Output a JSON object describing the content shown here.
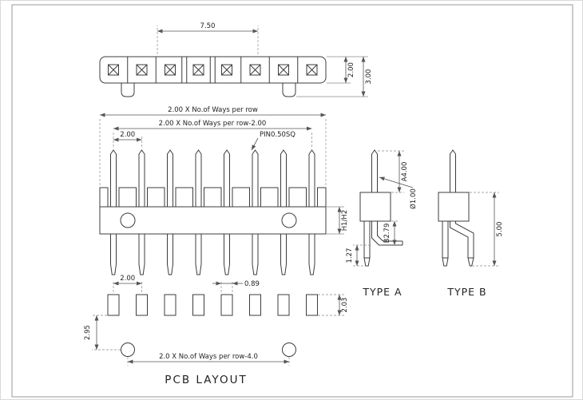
{
  "drawing": {
    "top_view": {
      "dim_width": "7.50",
      "dim_height": "2.00",
      "dim_total_height": "3.00"
    },
    "front_view": {
      "dim_row": "2.00 X No.of Ways per row",
      "dim_row_inner": "2.00 X No.of Ways per row-2.00",
      "dim_pitch": "2.00",
      "dim_pin": "PIN0.50SQ",
      "dim_body_height": "H1/H2"
    },
    "type_a": {
      "label": "TYPE A",
      "dim_pin_height": "A4.00",
      "dim_pin_dia": "Ø1.00",
      "dim_lead": "B2.79",
      "dim_standoff": "1.27"
    },
    "type_b": {
      "label": "TYPE B",
      "dim_total": "5.00"
    },
    "pcb": {
      "title": "PCB LAYOUT",
      "dim_pitch": "2.00",
      "dim_pad_width": "0.89",
      "dim_pad_height": "2.03",
      "dim_hole_offset": "2.95",
      "dim_hole_span": "2.0 X No.of Ways per row-4.0"
    }
  }
}
